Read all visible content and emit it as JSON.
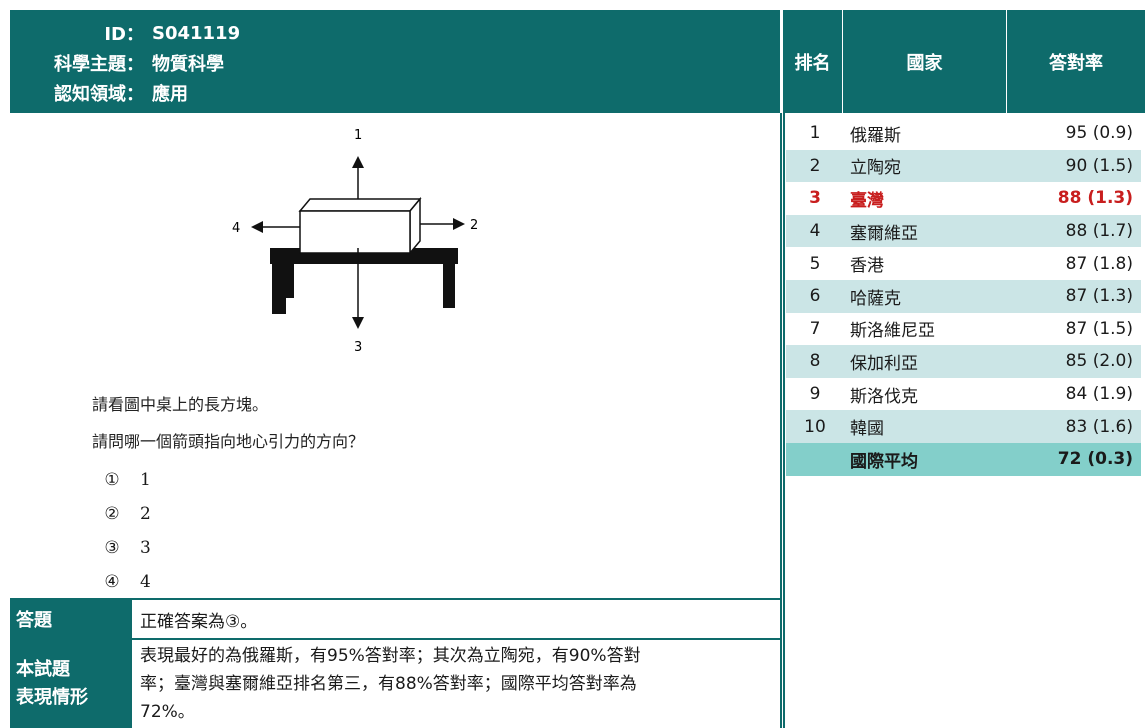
{
  "meta": {
    "id_label": "ID：",
    "id_value": "S041119",
    "topic_label": "科學主題：",
    "topic_value": "物質科學",
    "domain_label": "認知領域：",
    "domain_value": "應用"
  },
  "figure": {
    "arrow_up": "1",
    "arrow_right": "2",
    "arrow_down": "3",
    "arrow_left": "4"
  },
  "question": {
    "line1": "請看圖中桌上的長方塊。",
    "line2": "請問哪一個箭頭指向地心引力的方向？",
    "options": [
      {
        "mark": "①",
        "text": "1"
      },
      {
        "mark": "②",
        "text": "2"
      },
      {
        "mark": "③",
        "text": "3"
      },
      {
        "mark": "④",
        "text": "4"
      }
    ]
  },
  "answer": {
    "label": "答題",
    "text": "正確答案為③。"
  },
  "performance": {
    "label_line1": "本試題",
    "label_line2": "表現情形",
    "text_line1": "表現最好的為俄羅斯，有95%答對率；其次為立陶宛，有90%答對",
    "text_line2": "率；臺灣與塞爾維亞排名第三，有88%答對率；國際平均答對率為",
    "text_line3": "72%。"
  },
  "ranking": {
    "headers": {
      "rank": "排名",
      "country": "國家",
      "rate": "答對率"
    },
    "rows": [
      {
        "rank": "1",
        "country": "俄羅斯",
        "rate": "95 (0.9)"
      },
      {
        "rank": "2",
        "country": "立陶宛",
        "rate": "90 (1.5)"
      },
      {
        "rank": "3",
        "country": "臺灣",
        "rate": "88 (1.3)"
      },
      {
        "rank": "4",
        "country": "塞爾維亞",
        "rate": "88 (1.7)"
      },
      {
        "rank": "5",
        "country": "香港",
        "rate": "87 (1.8)"
      },
      {
        "rank": "6",
        "country": "哈薩克",
        "rate": "87 (1.3)"
      },
      {
        "rank": "7",
        "country": "斯洛維尼亞",
        "rate": "87 (1.5)"
      },
      {
        "rank": "8",
        "country": "保加利亞",
        "rate": "85 (2.0)"
      },
      {
        "rank": "9",
        "country": "斯洛伐克",
        "rate": "84 (1.9)"
      },
      {
        "rank": "10",
        "country": "韓國",
        "rate": "83 (1.6)"
      }
    ],
    "average": {
      "rank": "",
      "country": "國際平均",
      "rate": "72 (0.3)"
    }
  },
  "colors": {
    "header": "#0e6b6b",
    "stripe": "#cbe5e6",
    "average": "#83cfca",
    "highlight": "#c81e1e"
  }
}
